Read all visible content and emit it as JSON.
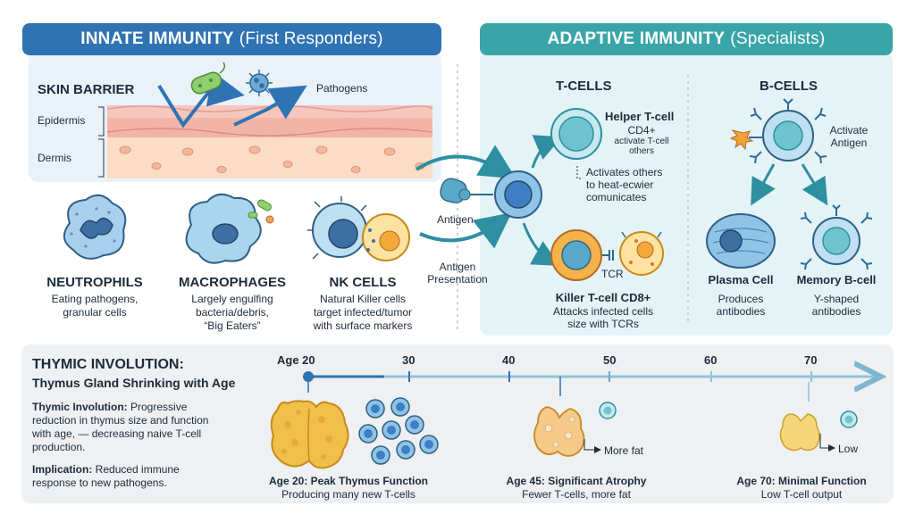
{
  "innate": {
    "heading": "INNATE IMMUNITY",
    "subheading": "(First Responders)",
    "skin_barrier": "SKIN BARRIER",
    "epidermis": "Epidermis",
    "dermis": "Dermis",
    "pathogens": "Pathogens",
    "cells": [
      {
        "title": "NEUTROPHILS",
        "desc1": "Eating pathogens,",
        "desc2": "granular cells",
        "desc3": ""
      },
      {
        "title": "MACROPHAGES",
        "desc1": "Largely engulfing",
        "desc2": "bacteria/debris,",
        "desc3": "“Big Eaters”"
      },
      {
        "title": "NK CELLS",
        "desc1": "Natural Killer cells",
        "desc2": "target infected/tumor",
        "desc3": "with surface markers"
      }
    ]
  },
  "adaptive": {
    "heading": "ADAPTIVE IMMUNITY",
    "subheading": "(Specialists)",
    "t_cells": "T-CELLS",
    "b_cells": "B-CELLS",
    "antigen": "Antigen",
    "antigen_presentation1": "Antigen",
    "antigen_presentation2": "Presentation",
    "helper_title": "Helper T-cell",
    "helper_cd4": "CD4+",
    "helper_desc1": "activate T-cell",
    "helper_desc2": "others",
    "activates1": "Activates others",
    "activates2": "to heat-ecwier",
    "activates3": "comunicates",
    "tcr": "TCR",
    "killer_title": "Killer T-cell CD8+",
    "killer_desc1": "Attacks infected cells",
    "killer_desc2": "size with TCRs",
    "activate_antigen1": "Activate",
    "activate_antigen2": "Antigen",
    "plasma_title": "Plasma Cell",
    "plasma_desc1": "Produces",
    "plasma_desc2": "antibodies",
    "memory_title": "Memory B-cell",
    "memory_desc1": "Y-shaped",
    "memory_desc2": "antibodies"
  },
  "thymus": {
    "title": "THYMIC INVOLUTION:",
    "subtitle": "Thymus Gland Shrinking with Age",
    "def_label": "Thymic Involution:",
    "def_text1": " Progressive",
    "def_text2": "reduction in thymus size and function",
    "def_text3": "with age, — decreasing naive T-cell",
    "def_text4": "production.",
    "impl_label": "Implication:",
    "impl_text1": " Reduced immune",
    "impl_text2": "response to new pathogens.",
    "ages": [
      "Age 20",
      "30",
      "40",
      "50",
      "60",
      "70"
    ],
    "stage1_title": "Age 20: Peak Thymus Function",
    "stage1_desc": "Producing many new T-cells",
    "stage2_title": "Age 45: Significant Atrophy",
    "stage2_desc": "Fewer T-cells, more fat",
    "stage2_note": "More fat",
    "stage3_title": "Age 70: Minimal Function",
    "stage3_desc": "Low T-cell output",
    "stage3_note": "Low"
  },
  "colors": {
    "innate_banner": "#2f73b3",
    "adaptive_banner": "#3aa5a8",
    "adaptive_panel": "#e4f3f6",
    "thymus_panel": "#eef0f2",
    "cell_blue": "#8fc4e6",
    "cell_teal": "#6fc3cf",
    "cell_orange": "#f3b24a",
    "thymus_yellow": "#f1c04a"
  }
}
